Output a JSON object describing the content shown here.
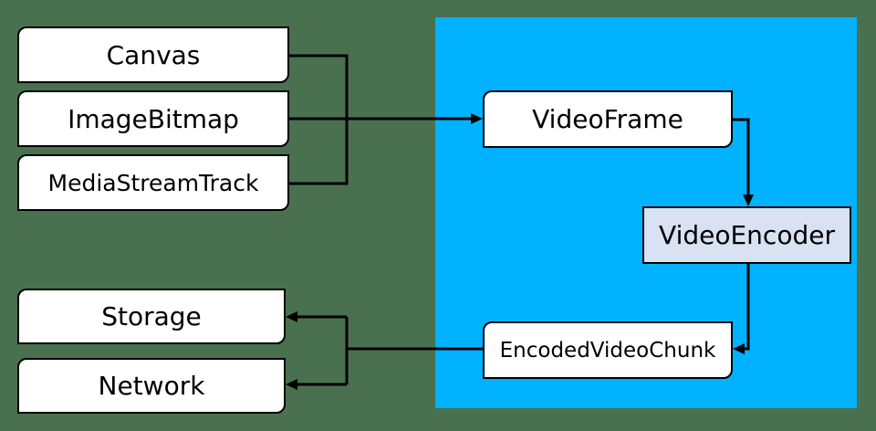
{
  "diagram": {
    "colors": {
      "background": "#49714f",
      "region": "#00b2ff",
      "node_fill": "#ffffff",
      "encoder_fill": "#d9e2f3",
      "line": "#000000"
    },
    "nodes": {
      "canvas": {
        "label": "Canvas"
      },
      "image_bitmap": {
        "label": "ImageBitmap"
      },
      "media_stream_track": {
        "label": "MediaStreamTrack"
      },
      "video_frame": {
        "label": "VideoFrame"
      },
      "video_encoder": {
        "label": "VideoEncoder"
      },
      "encoded_video_chunk": {
        "label": "EncodedVideoChunk"
      },
      "storage": {
        "label": "Storage"
      },
      "network": {
        "label": "Network"
      }
    }
  }
}
